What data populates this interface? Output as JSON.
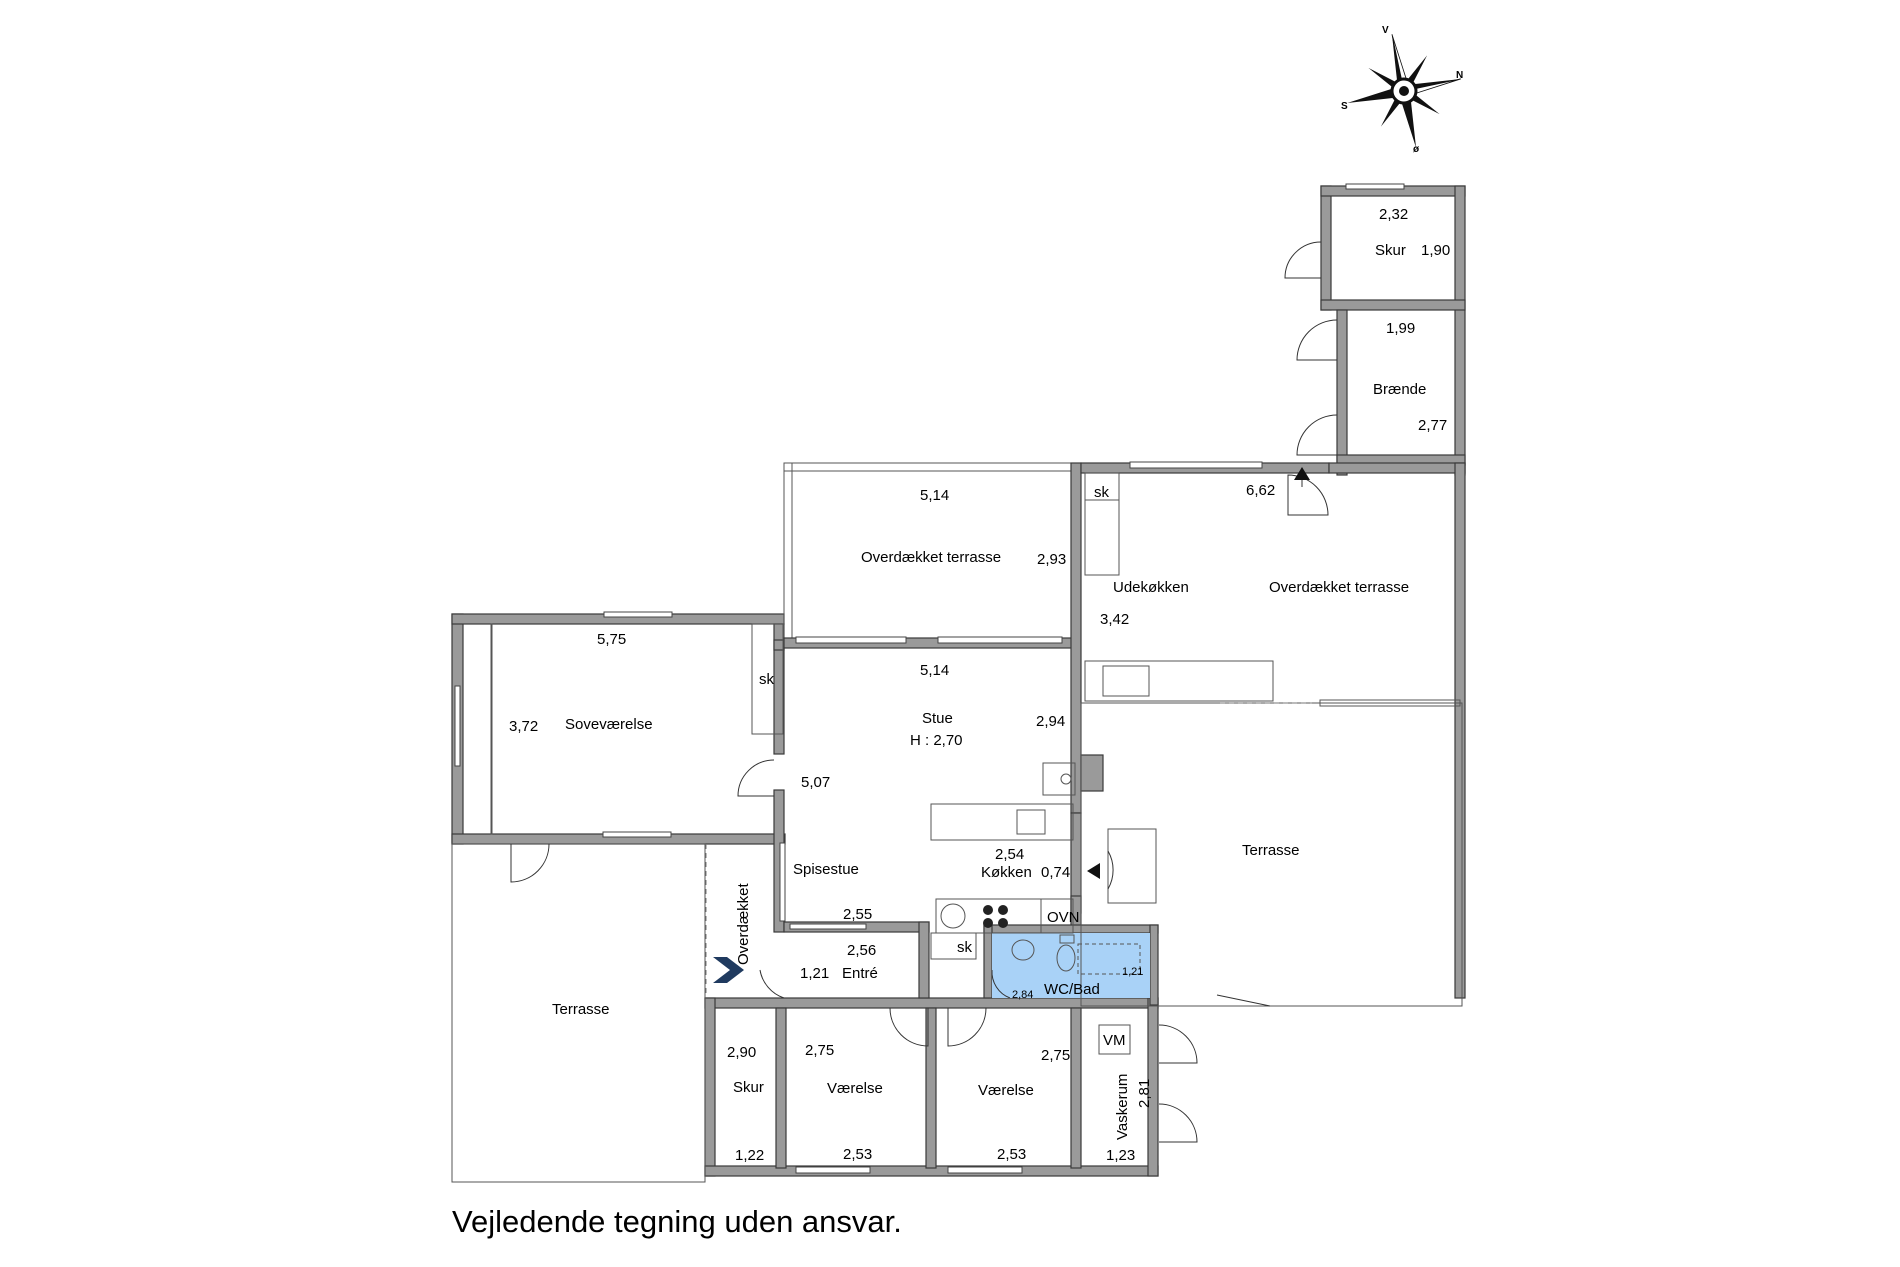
{
  "compass": {
    "north": "N",
    "south": "S",
    "west": "V",
    "east": "ø"
  },
  "rooms": {
    "skur_top": {
      "name": "Skur",
      "width": "2,32",
      "depth": "1,90"
    },
    "braende": {
      "name": "Brænde",
      "width": "1,99",
      "depth": "2,77"
    },
    "overdaekket_terrasse_1": {
      "name": "Overdækket terrasse",
      "width": "5,14",
      "depth": "2,93"
    },
    "overdaekket_terrasse_2": {
      "name": "Overdækket terrasse",
      "width": "6,62",
      "depth": "3,42"
    },
    "udekoekken": {
      "name": "Udekøkken",
      "sk": "sk"
    },
    "sovevaerelse": {
      "name": "Soveværelse",
      "width": "5,75",
      "depth": "3,72",
      "sk": "sk"
    },
    "stue": {
      "name": "Stue",
      "height": "H : 2,70",
      "width": "5,14",
      "depth": "2,94",
      "extra": "5,07"
    },
    "terrasse_right": {
      "name": "Terrasse"
    },
    "koekken": {
      "name": "Køkken",
      "width": "2,54",
      "depth": "0,74",
      "ovn": "OVN",
      "sk": "sk"
    },
    "spisestue": {
      "name": "Spisestue",
      "width": "2,55"
    },
    "overdaekket": {
      "name": "Overdækket"
    },
    "entre": {
      "name": "Entré",
      "width": "2,56",
      "depth": "1,21"
    },
    "wcbad": {
      "name": "WC/Bad",
      "width": "2,84",
      "depth": "1,21"
    },
    "terrasse_left": {
      "name": "Terrasse"
    },
    "skur_bottom": {
      "name": "Skur",
      "depth": "2,90",
      "width": "1,22"
    },
    "vaerelse_1": {
      "name": "Værelse",
      "depth": "2,75",
      "width": "2,53"
    },
    "vaerelse_2": {
      "name": "Værelse",
      "depth": "2,75",
      "width": "2,53"
    },
    "vaskerum": {
      "name": "Vaskerum",
      "depth": "2,81",
      "width": "1,23",
      "vm": "VM"
    }
  },
  "colors": {
    "wall": "#9a9a9a",
    "bathroom": "#a9d2f7",
    "entrance_arrow": "#1f3a5f"
  },
  "disclaimer": "Vejledende tegning uden ansvar."
}
